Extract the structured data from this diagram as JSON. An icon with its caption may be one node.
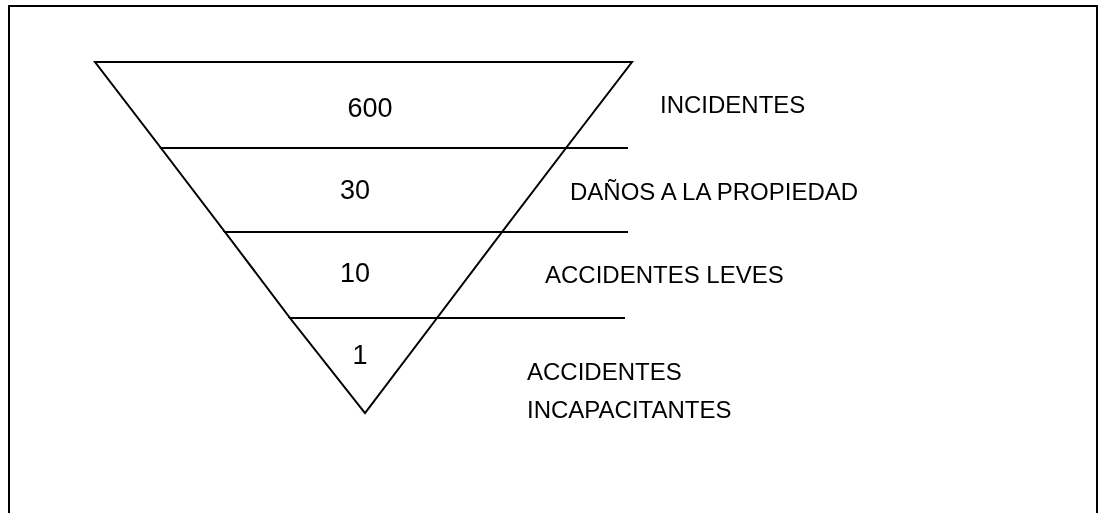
{
  "diagram": {
    "nodes": [
      {
        "text": [
          "600"
        ],
        "beside": [
          "INCIDENTES"
        ]
      },
      {
        "text": [
          "30"
        ],
        "beside": [
          "DAÑOS A LA PROPIEDAD"
        ]
      },
      {
        "text": [
          "10"
        ],
        "beside": [
          "ACCIDENTES LEVES"
        ]
      },
      {
        "text": [
          "1"
        ]
      }
    ],
    "edges": [],
    "labels": [
      "ACCIDENTES INCAPACITANTES"
    ]
  }
}
